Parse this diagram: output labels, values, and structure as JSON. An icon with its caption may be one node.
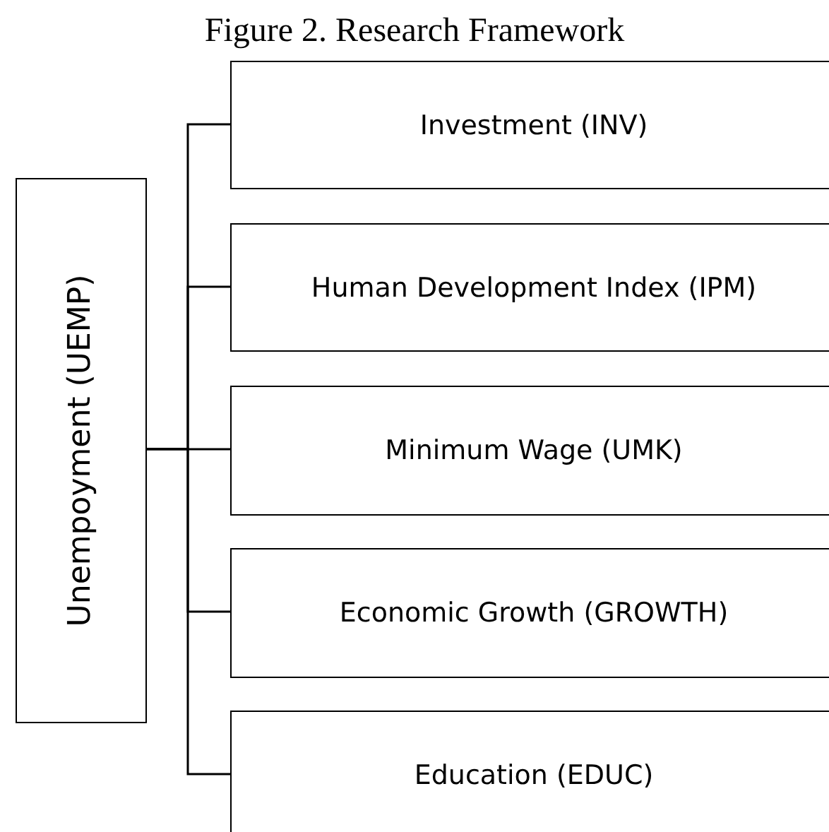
{
  "diagram": {
    "title": "Figure 2. Research Framework",
    "nodes": [
      {
        "text": [
          "Unempoyment (UEMP)"
        ]
      },
      {
        "text": [
          "Investment (INV)"
        ]
      },
      {
        "text": [
          "Human Development Index (IPM)"
        ]
      },
      {
        "text": [
          "Minimum Wage (UMK)"
        ]
      },
      {
        "text": [
          "Economic Growth (GROWTH)"
        ]
      },
      {
        "text": [
          "Education (EDUC)"
        ]
      }
    ],
    "edges": [
      {
        "from": 0,
        "to": 1,
        "arrow": "none"
      },
      {
        "from": 0,
        "to": 2,
        "arrow": "none"
      },
      {
        "from": 0,
        "to": 3,
        "arrow": "none"
      },
      {
        "from": 0,
        "to": 4,
        "arrow": "none"
      },
      {
        "from": 0,
        "to": 5,
        "arrow": "none"
      }
    ]
  }
}
